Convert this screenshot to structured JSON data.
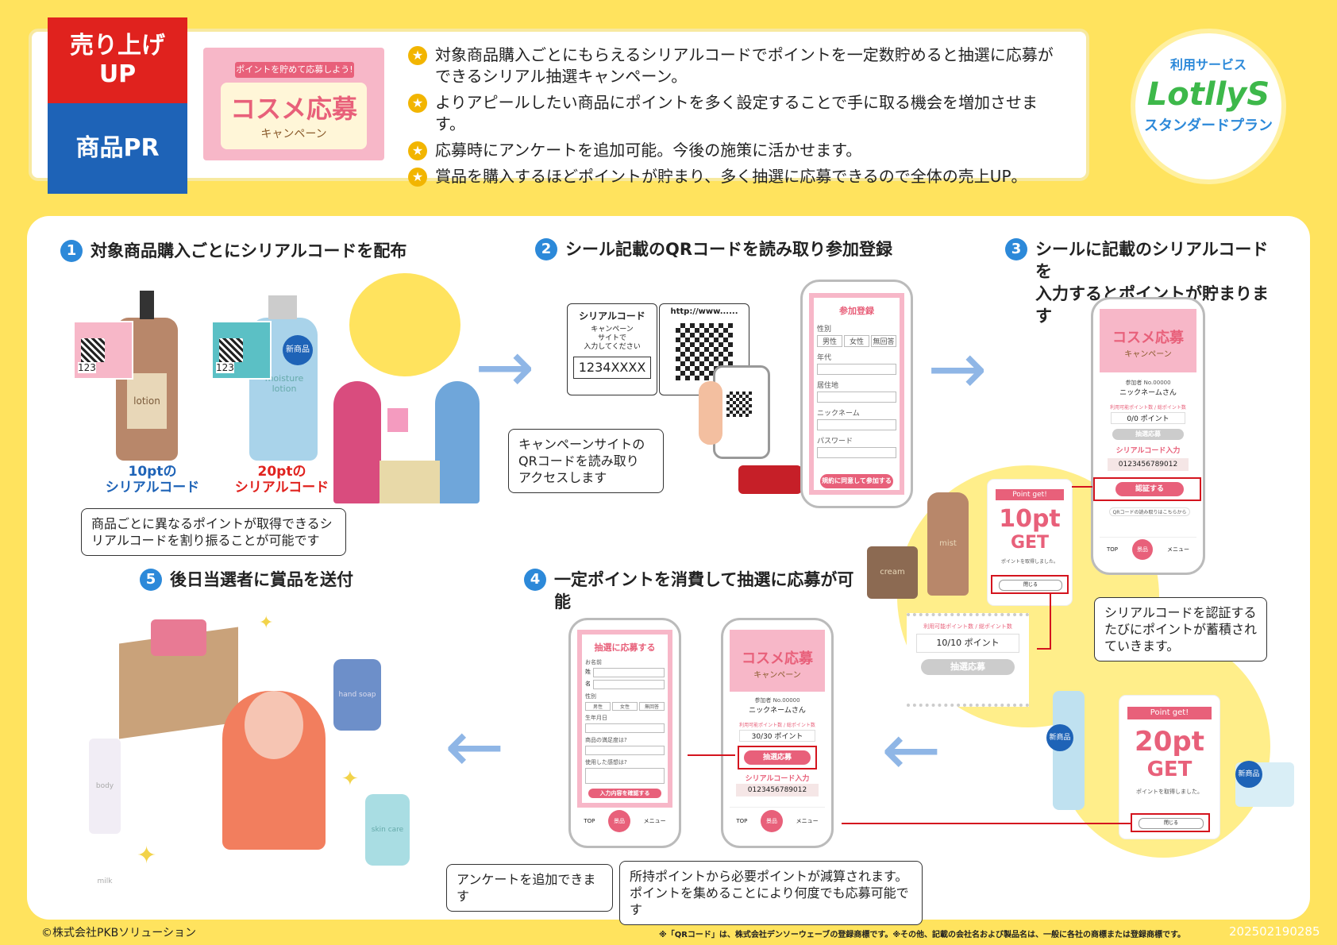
{
  "tag": {
    "top": "売り上げ\nUP",
    "bottom": "商品PR"
  },
  "banner": {
    "ribbon": "ポイントを貯めて応募しよう!",
    "title": "コスメ応募",
    "sub": "キャンペーン"
  },
  "features": [
    "対象商品購入ごとにもらえるシリアルコードでポイントを一定数貯めると抽選に応募ができるシリアル抽選キャンペーン。",
    "よりアピールしたい商品にポイントを多く設定することで手に取る機会を増加させます。",
    "応募時にアンケートを追加可能。今後の施策に活かせます。",
    "賞品を購入するほどポイントが貯まり、多く抽選に応募できるので全体の売上UP。"
  ],
  "service": {
    "label": "利用サービス",
    "logo": "LotllyS",
    "plan": "スタンダードプラン"
  },
  "steps": {
    "s1": {
      "num": "1",
      "title": "対象商品購入ごとにシリアルコードを配布"
    },
    "s2": {
      "num": "2",
      "title": "シール記載のQRコードを読み取り参加登録"
    },
    "s3": {
      "num": "3",
      "title": "シールに記載のシリアルコードを\n入力するとポイントが貯まります"
    },
    "s4": {
      "num": "4",
      "title": "一定ポイントを消費して抽選に応募が可能"
    },
    "s5": {
      "num": "5",
      "title": "後日当選者に賞品を送付"
    }
  },
  "step1": {
    "label10": "10ptの\nシリアルコード",
    "label20": "20ptの\nシリアルコード",
    "new_badge": "新商品",
    "code_snip": "123",
    "bottle1": "lotion",
    "bottle2": "moisture lotion",
    "callout": "商品ごとに異なるポイントが取得できるシリアルコードを割り振ることが可能です"
  },
  "step2": {
    "card_title": "シリアルコード",
    "card_text": "キャンペーン\nサイトで\n入力してください",
    "code": "1234XXXX",
    "url": "http://www......",
    "callout": "キャンペーンサイトの\nQRコードを読み取り\nアクセスします",
    "reg_title": "参加登録",
    "reg_sex": "性別",
    "reg_opts": [
      "男性",
      "女性",
      "無回答"
    ],
    "reg_age": "年代",
    "reg_area": "居住地",
    "reg_nick": "ニックネーム",
    "reg_pass": "パスワード",
    "reg_btn": "規約に同意して参加する"
  },
  "step3": {
    "member": "参加者 No.00000",
    "nick": "ニックネームさん",
    "pts_label": "利用可能ポイント数 / 総ポイント数",
    "pts": "0/0 ポイント",
    "apply": "抽選応募",
    "serial_label": "シリアルコード入力",
    "serial": "0123456789012",
    "confirm": "認証する",
    "qr_link": "QRコードの読み取りはこちらから",
    "nav": [
      "TOP",
      "景品",
      "メニュー"
    ],
    "get10_ribbon": "Point get!",
    "get10": "10pt",
    "get_word": "GET",
    "got": "ポイントを取得しました。",
    "close": "閉じる",
    "pts10": "10/10 ポイント",
    "callout": "シリアルコードを認証する\nたびにポイントが蓄積され\nていきます。",
    "get20": "20pt",
    "jar": "cream",
    "mist": "mist"
  },
  "step4": {
    "form_title": "抽選に応募する",
    "f_name": "お名前",
    "f_last": "姓",
    "f_first": "名",
    "f_sex": "性別",
    "f_dob": "生年月日",
    "f_q1": "商品の満足度は?",
    "f_q2": "使用した感想は?",
    "f_btn": "入力内容を確認する",
    "pts30": "30/30 ポイント",
    "callout_left": "アンケートを追加できます",
    "callout_right": "所持ポイントから必要ポイントが減算されます。\nポイントを集めることにより何度でも応募可能です"
  },
  "step5": {
    "soap": "hand soap",
    "milk": "body milk",
    "care": "skin care"
  },
  "footer": {
    "copyright": "©株式会社PKBソリューション",
    "note": "※「QRコード」は、株式会社デンソーウェーブの登録商標です。※その他、記載の会社名および製品名は、一般に各社の商標または登録商標です。",
    "doc_id": "202502190285"
  },
  "colors": {
    "bg": "#FFE35E",
    "red": "#E0221E",
    "blue": "#1E63B7",
    "pink": "#E8607A",
    "arrow": "#8FB6E6"
  }
}
